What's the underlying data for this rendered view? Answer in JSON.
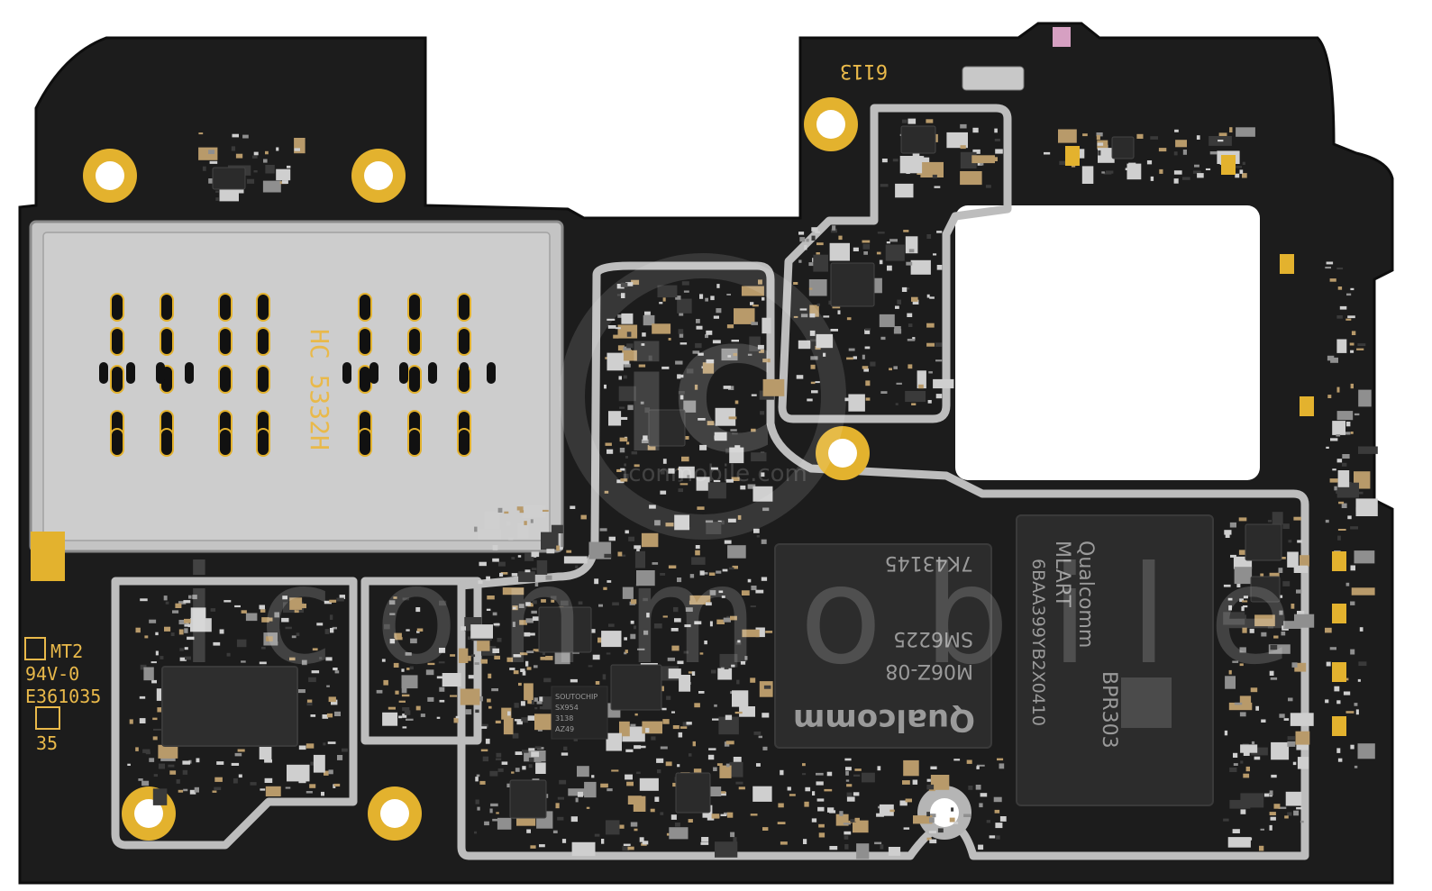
{
  "board": {
    "colors": {
      "pcb": "#1d1d1d",
      "pcb_edge": "#111111",
      "pad_gold": "#e3b22e",
      "shield_silver": "#b5b5b5",
      "chip_black": "#2b2b2b",
      "tray_metal": "#c8c8c8",
      "silkscreen": "#e9b94a"
    },
    "silkscreen": {
      "top_code": "6113",
      "tray_label": "HC 5332H",
      "ul_line1": "MT2",
      "ul_line2": "94V-0",
      "ul_line3": "E361035",
      "ul_code": "35"
    },
    "chips": {
      "soc": {
        "line1": "7K43145",
        "line2": "SM6225",
        "line3": "M06Z-08",
        "logo": "Qualcomm"
      },
      "memory": {
        "line1": "Qualcomm",
        "line2": "MLART",
        "line3": "6BAA399YB2X0410",
        "line4": "BPR303"
      },
      "small_chip": {
        "line1": "SOUTOCHIP",
        "line2": "SX954",
        "line3": "3138",
        "line4": "AZ49"
      }
    },
    "watermark": {
      "letters": "iC",
      "site": "iconmobile.com",
      "large": "iconmobile"
    }
  }
}
